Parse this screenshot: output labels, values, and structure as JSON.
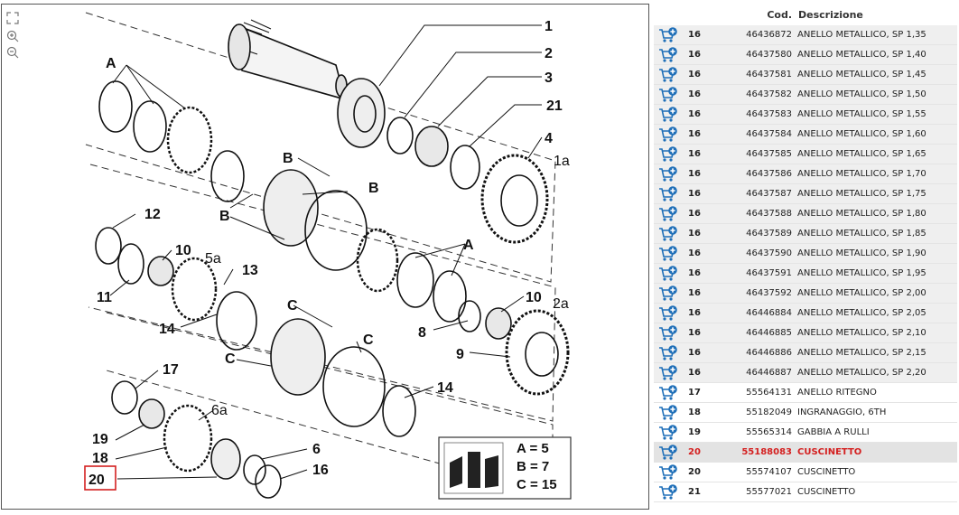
{
  "diagram": {
    "callouts": [
      {
        "label": "1"
      },
      {
        "label": "2"
      },
      {
        "label": "3"
      },
      {
        "label": "21"
      },
      {
        "label": "4"
      },
      {
        "label": "1a"
      },
      {
        "label": "A"
      },
      {
        "label": "B"
      },
      {
        "label": "B"
      },
      {
        "label": "B"
      },
      {
        "label": "12"
      },
      {
        "label": "10"
      },
      {
        "label": "5a"
      },
      {
        "label": "13"
      },
      {
        "label": "11"
      },
      {
        "label": "14"
      },
      {
        "label": "A"
      },
      {
        "label": "10"
      },
      {
        "label": "2a"
      },
      {
        "label": "8"
      },
      {
        "label": "9"
      },
      {
        "label": "C"
      },
      {
        "label": "C"
      },
      {
        "label": "C"
      },
      {
        "label": "17"
      },
      {
        "label": "14"
      },
      {
        "label": "19"
      },
      {
        "label": "6a"
      },
      {
        "label": "18"
      },
      {
        "label": "6"
      },
      {
        "label": "20"
      },
      {
        "label": "16"
      }
    ],
    "legend": [
      "A = 5",
      "B = 7",
      "C = 15"
    ],
    "highlighted_callout": "20"
  },
  "toolbar": {
    "icons": [
      "fit-to-window-icon",
      "zoom-in-icon",
      "zoom-out-icon"
    ]
  },
  "parts_table": {
    "headers": {
      "cod": "Cod.",
      "descrizione": "Descrizione"
    },
    "rows": [
      {
        "pos": "16",
        "cod": "46436872",
        "desc": "ANELLO METALLICO, SP 1,35"
      },
      {
        "pos": "16",
        "cod": "46437580",
        "desc": "ANELLO METALLICO, SP 1,40"
      },
      {
        "pos": "16",
        "cod": "46437581",
        "desc": "ANELLO METALLICO, SP 1,45"
      },
      {
        "pos": "16",
        "cod": "46437582",
        "desc": "ANELLO METALLICO, SP 1,50"
      },
      {
        "pos": "16",
        "cod": "46437583",
        "desc": "ANELLO METALLICO, SP 1,55"
      },
      {
        "pos": "16",
        "cod": "46437584",
        "desc": "ANELLO METALLICO, SP 1,60"
      },
      {
        "pos": "16",
        "cod": "46437585",
        "desc": "ANELLO METALLICO, SP 1,65"
      },
      {
        "pos": "16",
        "cod": "46437586",
        "desc": "ANELLO METALLICO, SP 1,70"
      },
      {
        "pos": "16",
        "cod": "46437587",
        "desc": "ANELLO METALLICO, SP 1,75"
      },
      {
        "pos": "16",
        "cod": "46437588",
        "desc": "ANELLO METALLICO, SP 1,80"
      },
      {
        "pos": "16",
        "cod": "46437589",
        "desc": "ANELLO METALLICO, SP 1,85"
      },
      {
        "pos": "16",
        "cod": "46437590",
        "desc": "ANELLO METALLICO, SP 1,90"
      },
      {
        "pos": "16",
        "cod": "46437591",
        "desc": "ANELLO METALLICO, SP 1,95"
      },
      {
        "pos": "16",
        "cod": "46437592",
        "desc": "ANELLO METALLICO, SP 2,00"
      },
      {
        "pos": "16",
        "cod": "46446884",
        "desc": "ANELLO METALLICO, SP 2,05"
      },
      {
        "pos": "16",
        "cod": "46446885",
        "desc": "ANELLO METALLICO, SP 2,10"
      },
      {
        "pos": "16",
        "cod": "46446886",
        "desc": "ANELLO METALLICO, SP 2,15"
      },
      {
        "pos": "16",
        "cod": "46446887",
        "desc": "ANELLO METALLICO, SP 2,20"
      },
      {
        "pos": "17",
        "cod": "55564131",
        "desc": "ANELLO RITEGNO"
      },
      {
        "pos": "18",
        "cod": "55182049",
        "desc": "INGRANAGGIO, 6TH"
      },
      {
        "pos": "19",
        "cod": "55565314",
        "desc": "GABBIA A RULLI"
      },
      {
        "pos": "20",
        "cod": "55188083",
        "desc": "CUSCINETTO",
        "selected": true
      },
      {
        "pos": "20",
        "cod": "55574107",
        "desc": "CUSCINETTO"
      },
      {
        "pos": "21",
        "cod": "55577021",
        "desc": "CUSCINETTO"
      }
    ]
  },
  "colors": {
    "selected_text": "#d42020",
    "cart_icon": "#1f6fb8",
    "row_shade": "#efefef"
  }
}
